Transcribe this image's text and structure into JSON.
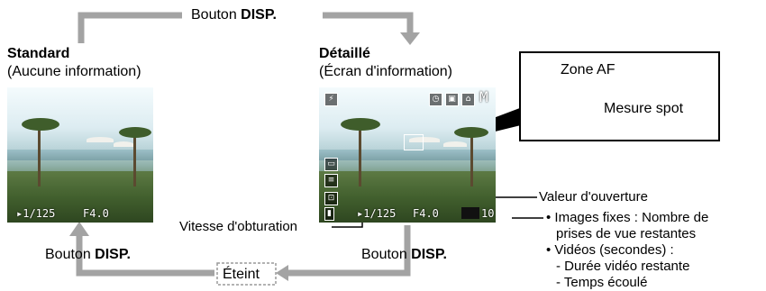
{
  "top_button": {
    "prefix": "Bouton ",
    "bold": "DISP."
  },
  "left_button": {
    "prefix": "Bouton ",
    "bold": "DISP."
  },
  "right_button": {
    "prefix": "Bouton ",
    "bold": "DISP."
  },
  "off_state": "Éteint",
  "standard": {
    "title": "Standard",
    "subtitle": "(Aucune information)",
    "shutter": "▸1/125",
    "aperture": "F4.0"
  },
  "detailed": {
    "title": "Détaillé",
    "subtitle": "(Écran d'information)",
    "shutter": "▸1/125",
    "aperture": "F4.0",
    "shots": "10",
    "mode": "M"
  },
  "popup": {
    "zone_af": "Zone AF",
    "spot": "Mesure spot"
  },
  "labels": {
    "aperture": "Valeur d'ouverture",
    "shutter": "Vitesse d'obturation",
    "still_1": "• Images fixes : Nombre de",
    "still_2": "prises de vue restantes",
    "video": "• Vidéos (secondes) :",
    "video_remaining": "- Durée vidéo restante",
    "video_elapsed": "- Temps écoulé"
  },
  "colors": {
    "arrow": "#a3a3a3",
    "dashed": "#9a9a9a"
  }
}
